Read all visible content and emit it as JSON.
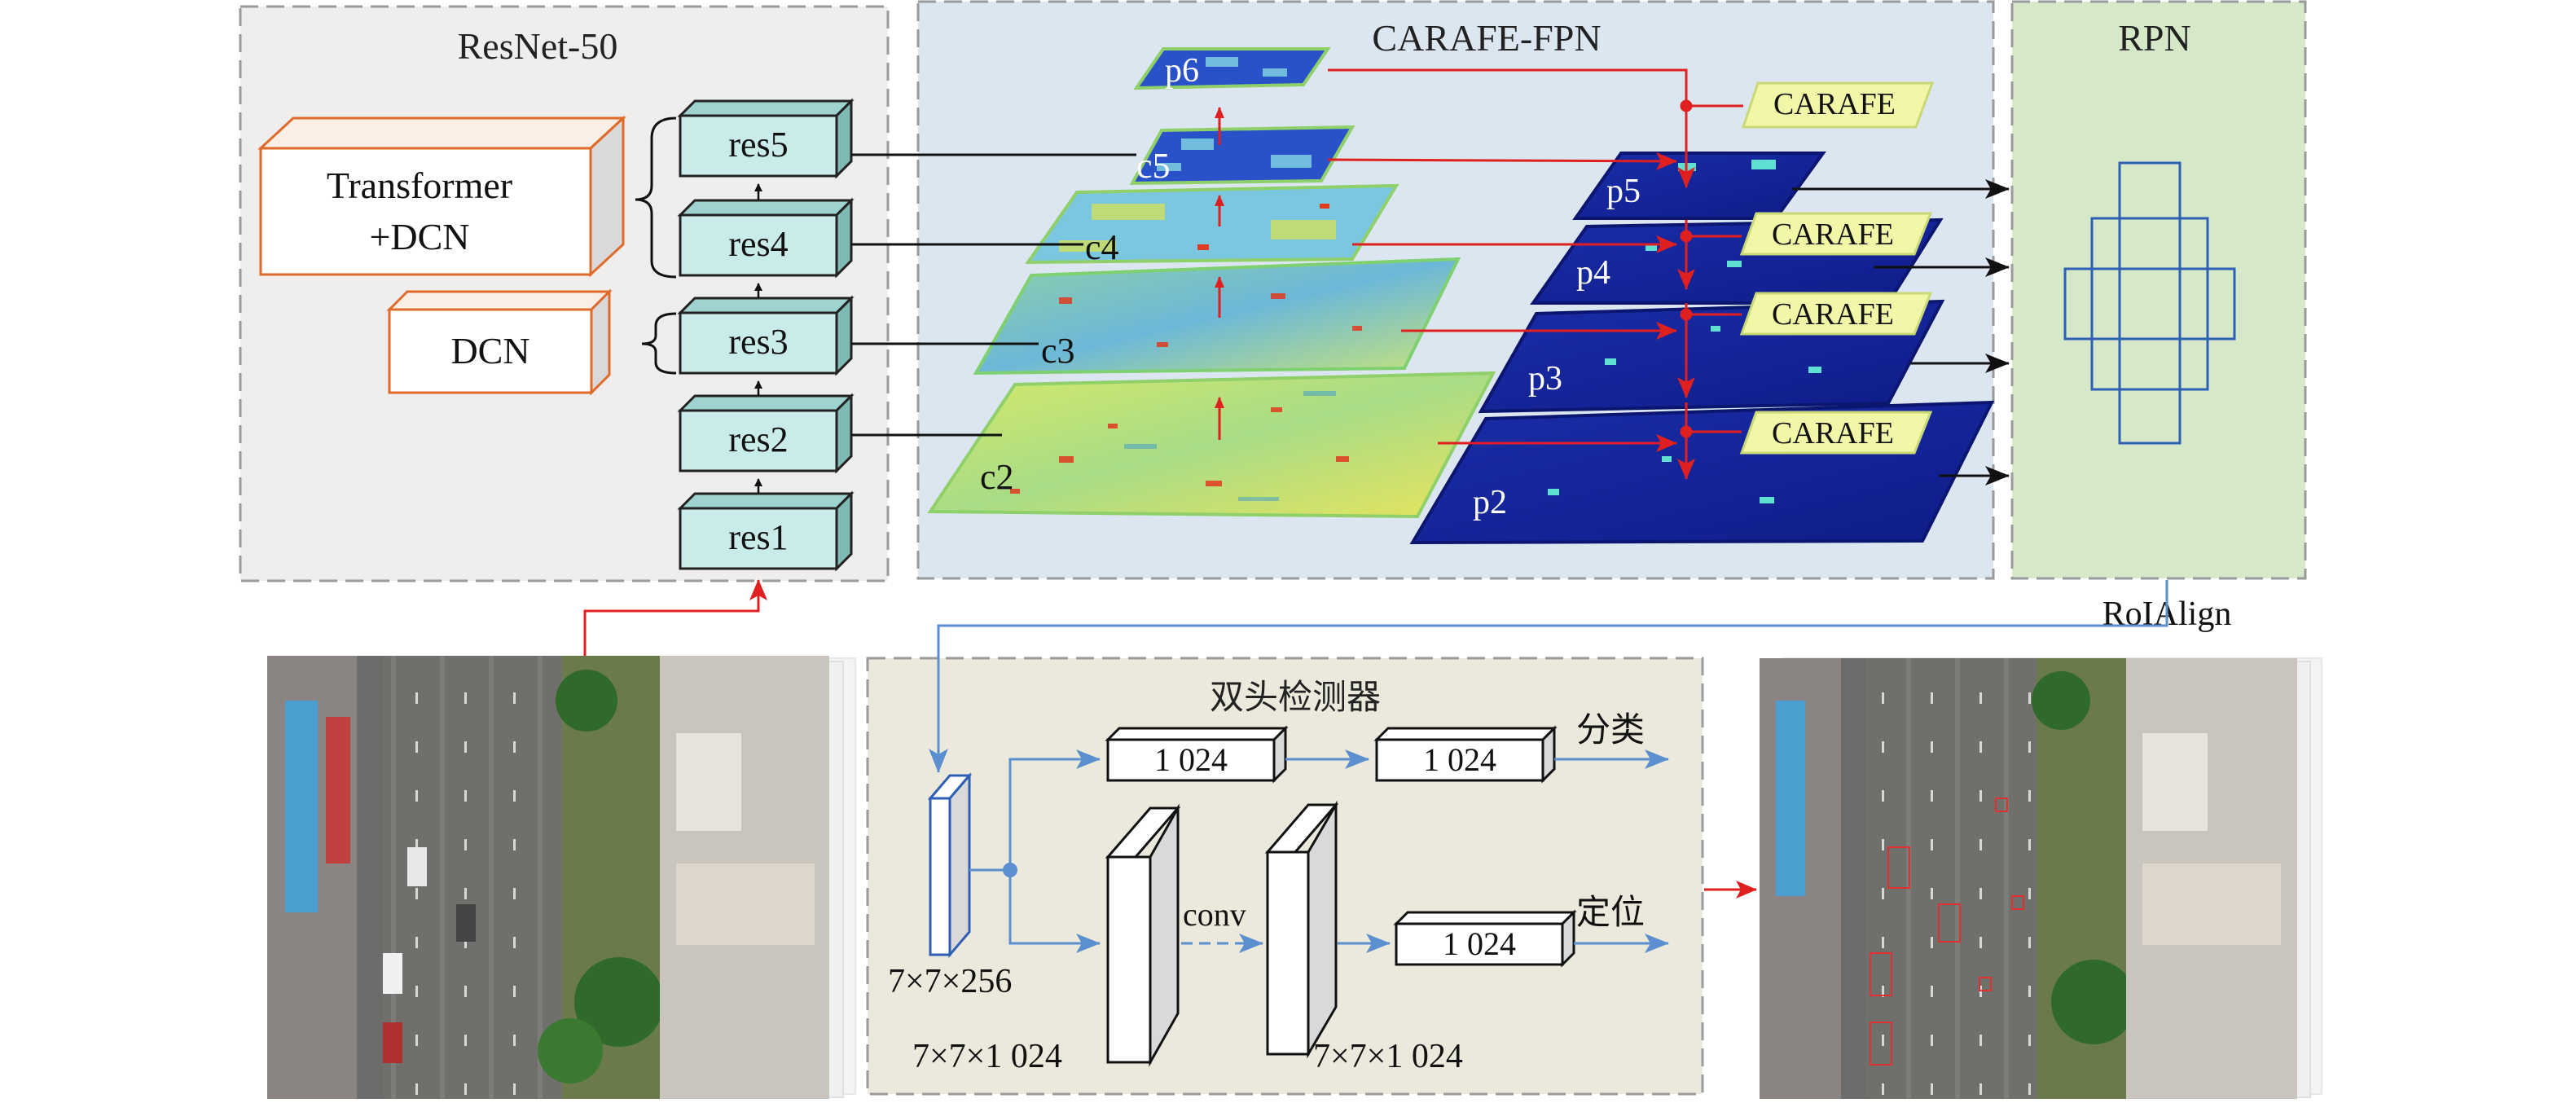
{
  "resnet": {
    "title": "ResNet-50",
    "blocks": [
      "res5",
      "res4",
      "res3",
      "res2",
      "res1"
    ],
    "transformer_line1": "Transformer",
    "transformer_line2": "+DCN",
    "dcn": "DCN"
  },
  "fpn": {
    "title": "CARAFE-FPN",
    "c_labels": [
      "c2",
      "c3",
      "c4",
      "c5",
      "p6"
    ],
    "p_labels": [
      "p5",
      "p4",
      "p3",
      "p2"
    ],
    "carafe": [
      "CARAFE",
      "CARAFE",
      "CARAFE",
      "CARAFE"
    ]
  },
  "rpn": {
    "title": "RPN",
    "roialign": "RoIAlign"
  },
  "head": {
    "title": "双头检测器",
    "fc1": "1 024",
    "fc2": "1 024",
    "fc3": "1 024",
    "cls_label": "分类",
    "loc_label": "定位",
    "conv_label": "conv",
    "roi_feat_label": "7×7×256",
    "conv1_label": "7×7×1 024",
    "conv2_label": "7×7×1 024"
  },
  "colors": {
    "panel_gray": "#efeeed",
    "panel_blue": "#dce6f1",
    "panel_green": "#d5e8c8",
    "panel_khaki": "#ebe9dc",
    "block_teal": "#c9ecea",
    "carafe_yellow": "#f1f7a6",
    "orange": "#e06a2a",
    "red_arrow": "#e02020",
    "blue_arrow": "#5b8fd0",
    "rpn_box": "#2e5fb4",
    "p_map": "#1b2aa0",
    "c_map": "#bfe08a"
  },
  "icons": {
    "aerial_input": "aerial-street-photo-icon",
    "aerial_output": "aerial-street-detections-icon"
  }
}
